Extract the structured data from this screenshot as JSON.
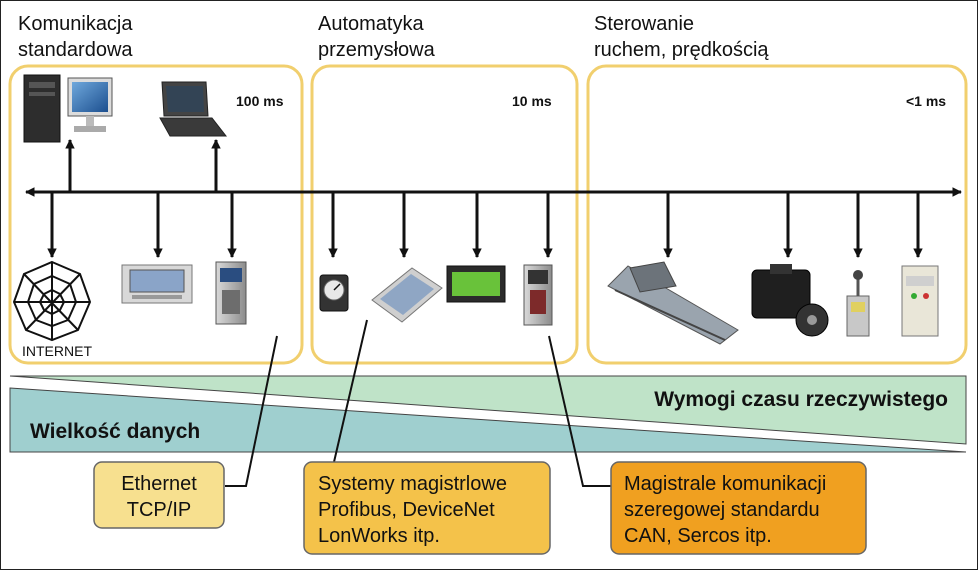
{
  "zones": [
    {
      "title_line1": "Komunikacja",
      "title_line2": "standardowa",
      "latency": "100 ms"
    },
    {
      "title_line1": "Automatyka",
      "title_line2": "przemysłowa",
      "latency": "10 ms"
    },
    {
      "title_line1": "Sterowanie",
      "title_line2": "ruchem, prędkością",
      "latency": "<1 ms"
    }
  ],
  "internet_label": "INTERNET",
  "wedges": {
    "realtime": "Wymogi czasu rzeczywistego",
    "datasize": "Wielkość danych"
  },
  "notes": [
    {
      "lines": [
        "Ethernet",
        "TCP/IP"
      ]
    },
    {
      "lines": [
        "Systemy magistrlowe",
        "Profibus, DeviceNet",
        "LonWorks itp."
      ]
    },
    {
      "lines": [
        "Magistrale komunikacji",
        "szeregowej standardu",
        "CAN, Sercos itp."
      ]
    }
  ],
  "icons": {
    "pc": "desktop-pc-icon",
    "laptop": "laptop-icon",
    "web": "spiderweb-internet-icon",
    "hmi": "hmi-panel-icon",
    "drive": "drive-unit-icon",
    "meter": "panel-meter-icon",
    "tablet": "touch-panel-icon",
    "lcd": "lcd-display-icon",
    "linear": "linear-actuator-icon",
    "servo": "servo-motor-icon",
    "limit": "limit-switch-icon",
    "relay": "din-relay-icon"
  },
  "colors": {
    "zone_border": "#f1cf6e",
    "realtime_wedge": "#bfe3c8",
    "datasize_wedge": "#9fcfcf",
    "note1": "#f7e08f",
    "note2": "#f4c24a",
    "note3": "#f0a020"
  }
}
